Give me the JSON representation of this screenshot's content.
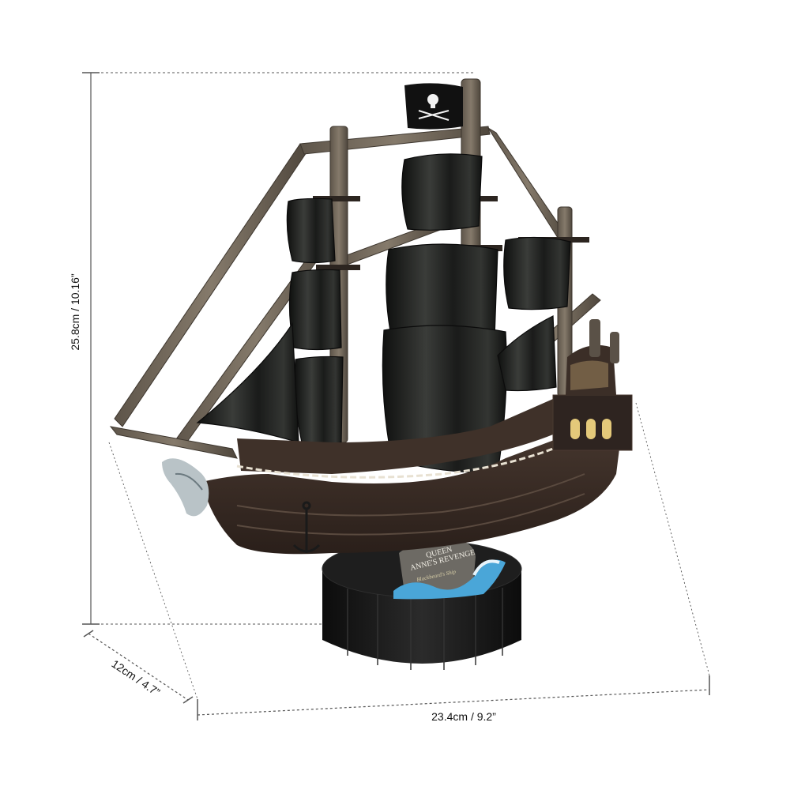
{
  "dimensions": {
    "height": "25.8cm / 10.16”",
    "depth": "12cm / 4.7”",
    "width": "23.4cm / 9.2”"
  },
  "base_sign": {
    "line1": "QUEEN",
    "line2": "ANNE'S REVENGE",
    "line3": "Blackbeard's Ship"
  },
  "colors": {
    "hull": "#3a2b24",
    "sail": "#1f211f",
    "wood": "#6b6154",
    "base": "#161616",
    "trim": "#e8e1d2",
    "wave": "#4aa6d8"
  },
  "icons": [
    "jolly-roger-flag-icon",
    "anchor-icon",
    "figurehead-icon"
  ]
}
